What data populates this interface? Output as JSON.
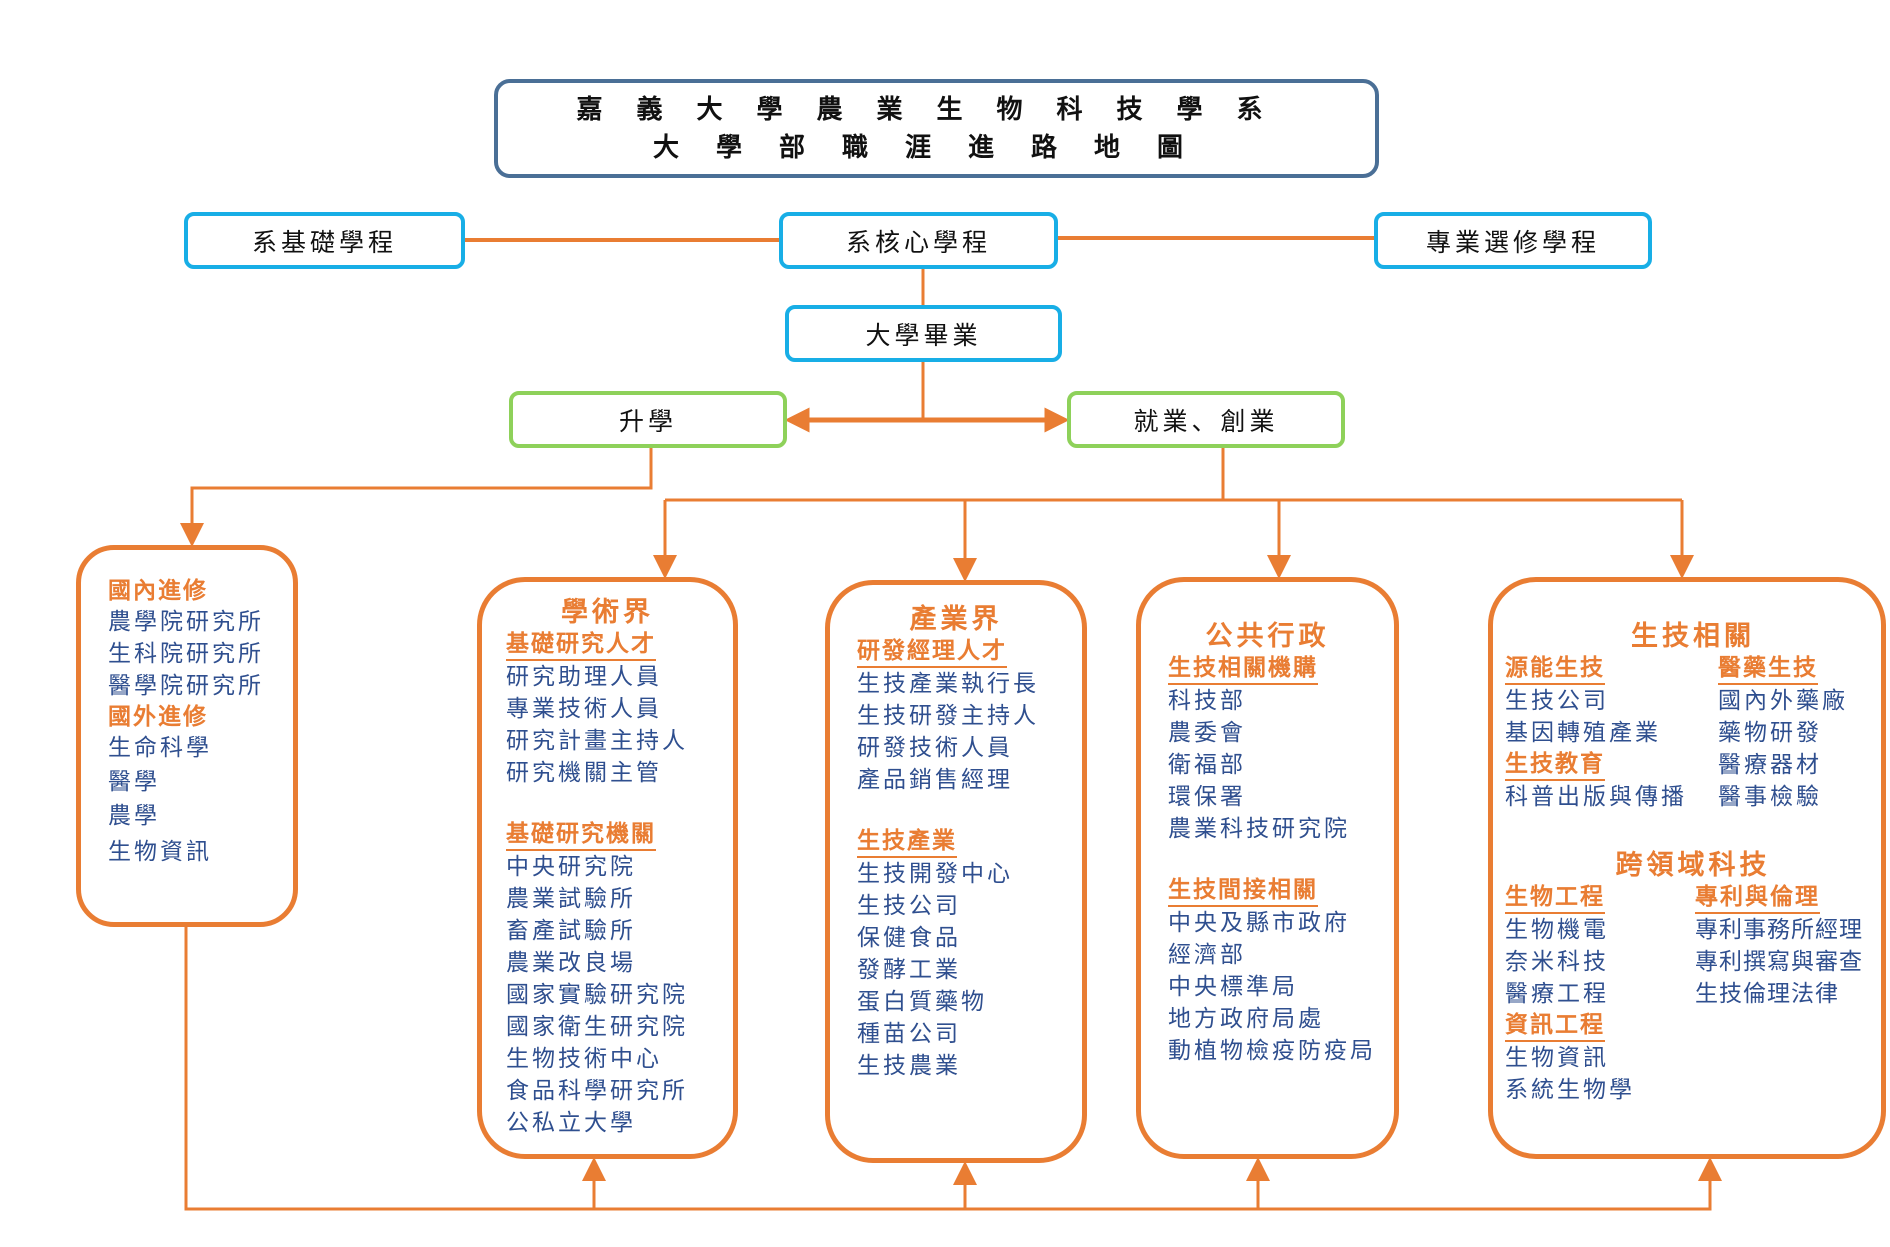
{
  "title": {
    "line1": "嘉義大學農業生物科技學系",
    "line2": "大學部職涯進路地圖"
  },
  "program": {
    "foundation": "系基礎學程",
    "core": "系核心學程",
    "elective": "專業選修學程",
    "graduation": "大學畢業",
    "further_study": "升學",
    "employment": "就業、創業"
  },
  "colors": {
    "title_border": "#4a6f96",
    "program_border": "#18aee6",
    "path_border": "#8ed15a",
    "connector": "#e97d33",
    "heading": "#e97d33",
    "item_text": "#2f4f8f"
  },
  "study": {
    "domestic_heading": "國內進修",
    "domestic_items": [
      "農學院研究所",
      "生科院研究所",
      "醫學院研究所"
    ],
    "abroad_heading": "國外進修",
    "abroad_items": [
      "生命科學",
      "醫學",
      "農學",
      "生物資訊"
    ]
  },
  "academia": {
    "title": "學術界",
    "groups": [
      {
        "heading": "基礎研究人才",
        "items": [
          "研究助理人員",
          "專業技術人員",
          "研究計畫主持人",
          "研究機關主管"
        ]
      },
      {
        "heading": "基礎研究機關",
        "items": [
          "中央研究院",
          "農業試驗所",
          "畜產試驗所",
          "農業改良場",
          "國家實驗研究院",
          "國家衛生研究院",
          "生物技術中心",
          "食品科學研究所",
          "公私立大學"
        ]
      }
    ]
  },
  "industry": {
    "title": "產業界",
    "groups": [
      {
        "heading": "研發經理人才",
        "items": [
          "生技產業執行長",
          "生技研發主持人",
          "研發技術人員",
          "產品銷售經理"
        ]
      },
      {
        "heading": "生技產業",
        "items": [
          "生技開發中心",
          "生技公司",
          "保健食品",
          "發酵工業",
          "蛋白質藥物",
          "種苗公司",
          "生技農業"
        ]
      }
    ]
  },
  "public_admin": {
    "title": "公共行政",
    "groups": [
      {
        "heading": "生技相關機購",
        "items": [
          "科技部",
          "農委會",
          "衛福部",
          "環保署",
          "農業科技研究院"
        ]
      },
      {
        "heading": "生技間接相關",
        "items": [
          "中央及縣市政府",
          "經濟部",
          "中央標準局",
          "地方政府局處",
          "動植物檢疫防疫局"
        ]
      }
    ]
  },
  "biotech": {
    "title": "生技相關",
    "energy": {
      "heading": "源能生技",
      "items": [
        "生技公司",
        "基因轉殖產業"
      ]
    },
    "education": {
      "heading": "生技教育",
      "items": [
        "科普出版與傳播"
      ]
    },
    "pharma": {
      "heading": "醫藥生技",
      "items": [
        "國內外藥廠",
        "藥物研發",
        "醫療器材",
        "醫事檢驗"
      ]
    },
    "cross_title": "跨領域科技",
    "bioeng": {
      "heading": "生物工程",
      "items": [
        "生物機電",
        "奈米科技",
        "醫療工程"
      ]
    },
    "infoeng": {
      "heading": "資訊工程",
      "items": [
        "生物資訊",
        "系統生物學"
      ]
    },
    "patent": {
      "heading": "專利與倫理",
      "items": [
        "專利事務所經理",
        "專利撰寫與審查",
        "生技倫理法律"
      ]
    }
  }
}
